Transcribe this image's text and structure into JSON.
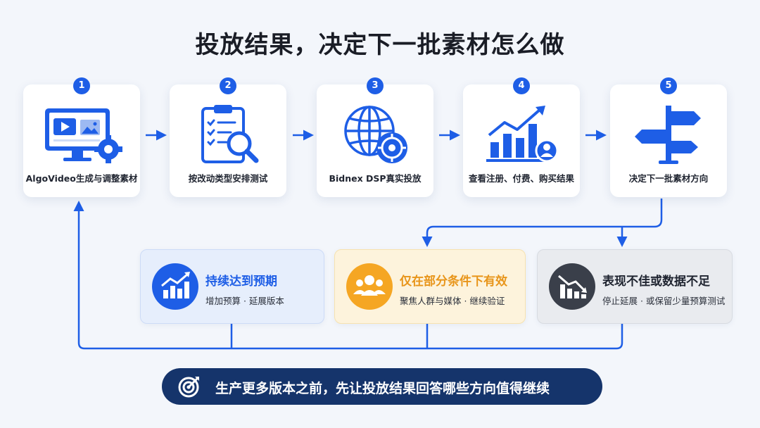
{
  "title": "投放结果，决定下一批素材怎么做",
  "steps": [
    {
      "number": "1",
      "label": "AlgoVideo生成与调整素材",
      "icon": "monitor-gear-icon"
    },
    {
      "number": "2",
      "label": "按改动类型安排测试",
      "icon": "clipboard-search-icon"
    },
    {
      "number": "3",
      "label": "Bidnex DSP真实投放",
      "icon": "globe-target-icon"
    },
    {
      "number": "4",
      "label": "查看注册、付费、购买结果",
      "icon": "bar-chart-user-icon"
    },
    {
      "number": "5",
      "label": "决定下一批素材方向",
      "icon": "signpost-icon"
    }
  ],
  "outcomes": [
    {
      "title": "持续达到预期",
      "subtitle": "增加预算 · 延展版本",
      "icon": "trend-up-icon",
      "accent": "#1e5ee6",
      "bg": "#e6eefc"
    },
    {
      "title": "仅在部分条件下有效",
      "subtitle": "聚焦人群与媒体 · 继续验证",
      "icon": "people-group-icon",
      "accent": "#f5a623",
      "bg": "#fdf3dc"
    },
    {
      "title": "表现不佳或数据不足",
      "subtitle": "停止延展 · 或保留少量预算测试",
      "icon": "trend-down-icon",
      "accent": "#3a3f4a",
      "bg": "#e9ebef"
    }
  ],
  "banner": {
    "text": "生产更多版本之前，先让投放结果回答哪些方向值得继续",
    "icon": "target-icon"
  },
  "colors": {
    "primary": "#1e5ee6",
    "dark_navy": "#15346b",
    "accent_orange": "#f5a623",
    "dark_gray": "#3a3f4a"
  }
}
